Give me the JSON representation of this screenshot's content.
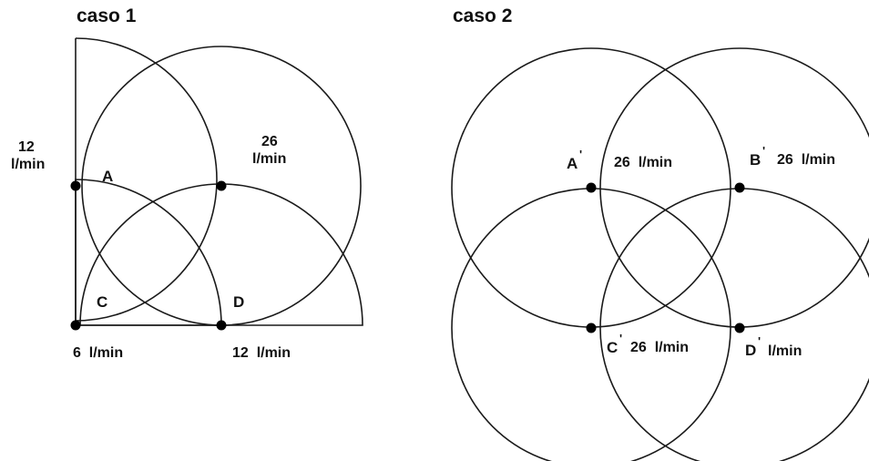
{
  "case1": {
    "title": "caso 1",
    "labels": {
      "a": "A",
      "c": "C",
      "d": "D",
      "flow_left_1": "12",
      "flow_left_2": "l/min",
      "flow_top_1": "26",
      "flow_top_2": "l/min",
      "flow_c": "6  l/min",
      "flow_d": "12  l/min"
    }
  },
  "case2": {
    "title": "caso 2",
    "labels": {
      "a": "A",
      "b": "B",
      "c": "C",
      "d": "D",
      "prime": "'",
      "flow_a": "26  l/min",
      "flow_b": "26  l/min",
      "flow_c": "26  l/min",
      "flow_d": "l/min"
    }
  }
}
